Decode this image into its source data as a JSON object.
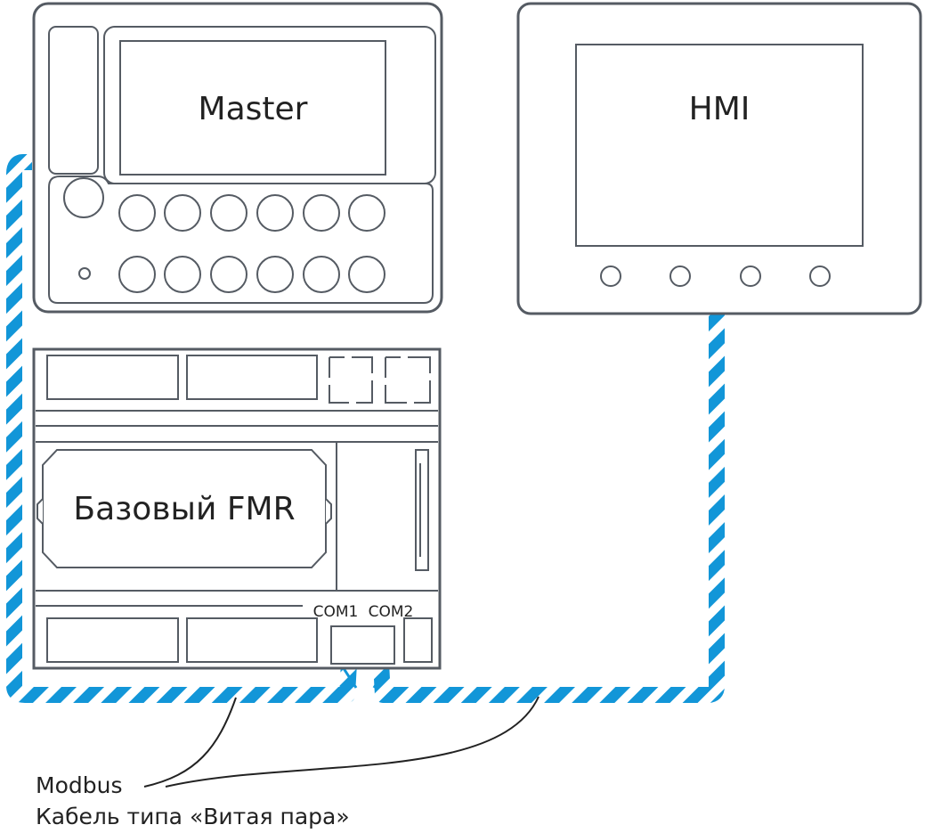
{
  "devices": {
    "master": {
      "label": "Master"
    },
    "hmi": {
      "label": "HMI"
    },
    "base": {
      "label": "Базовый FMR",
      "port1": "COM1",
      "port2": "COM2"
    }
  },
  "legend": {
    "protocol": "Modbus",
    "cable": "Кабель типа «Витая пара»"
  },
  "colors": {
    "cable": "#1296d8",
    "outline": "#555b63",
    "device_fill": "#ffffff",
    "text": "#222222"
  }
}
